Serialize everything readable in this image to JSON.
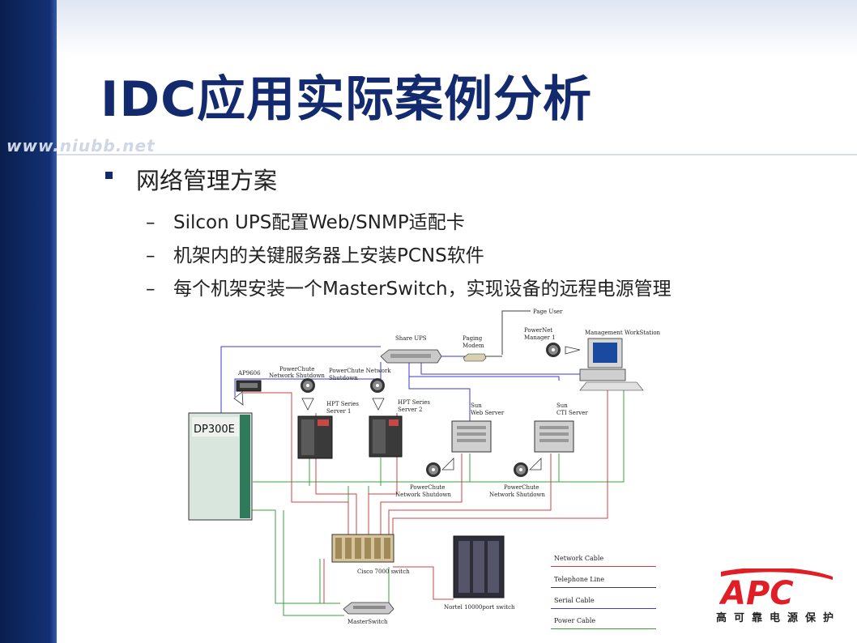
{
  "slide": {
    "title": "IDC应用实际案例分析",
    "watermark": "www.niubb.net",
    "bullet": "网络管理方案",
    "sub_items": [
      "Silcon UPS配置Web/SNMP适配卡",
      "机架内的关键服务器上安装PCNS软件",
      "每个机架安装一个MasterSwitch，实现设备的远程电源管理"
    ],
    "dash": "–"
  },
  "diagram": {
    "labels": {
      "page_user": "Page User",
      "share_ups": "Share UPS",
      "paging_modem_1": "Paging",
      "paging_modem_2": "Modem",
      "powerchute_mgr_1": "PowerNet",
      "powerchute_mgr_2": "Manager 1",
      "mgmt_ws": "Management WorkStation",
      "ap9606": "AP9606",
      "pcns_top_1": "PowerChute",
      "pcns_top_2": "Network Shutdown",
      "pcns_mid_1": "PowerChute Network",
      "pcns_mid_2": "Shutdown",
      "hpt_1a": "HPT Series",
      "hpt_1b": "Server 1",
      "hpt_2a": "HPT Series",
      "hpt_2b": "Server 2",
      "sun_web_1": "Sun",
      "sun_web_2": "Web Server",
      "sun_cti_1": "Sun",
      "sun_cti_2": "CTI Server",
      "dp300e": "DP300E",
      "pcns_b1_1": "PowerChute",
      "pcns_b1_2": "Network Shutdown",
      "pcns_b2_1": "PowerChute",
      "pcns_b2_2": "Network Shutdown",
      "cisco": "Cisco 7000 switch",
      "nortel": "Nortel 10000port switch",
      "masterswitch": "MasterSwitch"
    },
    "legend": [
      {
        "label": "Network Cable",
        "color": "#d04040"
      },
      {
        "label": "Telephone Line",
        "color": "#404040"
      },
      {
        "label": "Serial Cable",
        "color": "#3a3ad0"
      },
      {
        "label": "Power Cable",
        "color": "#3aa03a"
      }
    ]
  },
  "logo": {
    "brand": "APC",
    "tagline": "高可靠电源保护",
    "brand_color": "#e01e26"
  }
}
